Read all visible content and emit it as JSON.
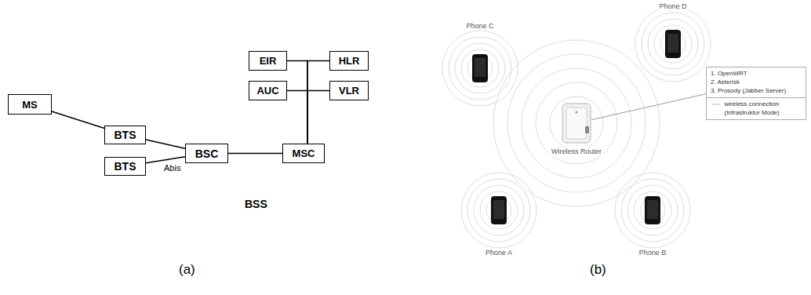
{
  "diagram": {
    "nodes": [
      {
        "text": [
          "BSS"
        ]
      },
      {
        "text": [
          "MS"
        ]
      },
      {
        "text": [
          "BTS"
        ],
        "in": 0
      },
      {
        "text": [
          "BTS"
        ],
        "in": 0
      },
      {
        "text": [
          "BSC"
        ],
        "in": 0
      },
      {
        "text": [
          "MSC"
        ]
      },
      {
        "text": [
          "EIR"
        ]
      },
      {
        "text": [
          "HLR"
        ]
      },
      {
        "text": [
          "AUC"
        ]
      },
      {
        "text": [
          "VLR"
        ]
      },
      {
        "text": [
          "Phone C"
        ]
      },
      {
        "text": [
          "Phone D"
        ]
      },
      {
        "text": [
          "Wireless Router"
        ]
      },
      {
        "text": [
          "1. OpenWRT",
          "2. Asterisk",
          "3. Prosody (Jabber Server)"
        ]
      },
      {
        "text": [
          "Phone A"
        ]
      },
      {
        "text": [
          "Phone B"
        ]
      }
    ],
    "edges": [
      {
        "from": 1,
        "to": 2,
        "arrow": "none"
      },
      {
        "from": 2,
        "to": 4,
        "arrow": "none"
      },
      {
        "from": 3,
        "to": 4,
        "label": "Abis",
        "arrow": "none"
      },
      {
        "from": 4,
        "to": 5,
        "arrow": "none"
      },
      {
        "from": 5,
        "to": 6,
        "arrow": "none"
      },
      {
        "from": 5,
        "to": 7,
        "arrow": "none"
      },
      {
        "from": 5,
        "to": 8,
        "arrow": "none"
      },
      {
        "from": 5,
        "to": 9,
        "arrow": "none"
      },
      {
        "from": 12,
        "to": 13,
        "arrow": "none"
      }
    ],
    "labels": [
      "(a)",
      "(b)"
    ],
    "legend": [
      {
        "text": "wireless connection (Infrastruktur Mode)"
      }
    ]
  }
}
